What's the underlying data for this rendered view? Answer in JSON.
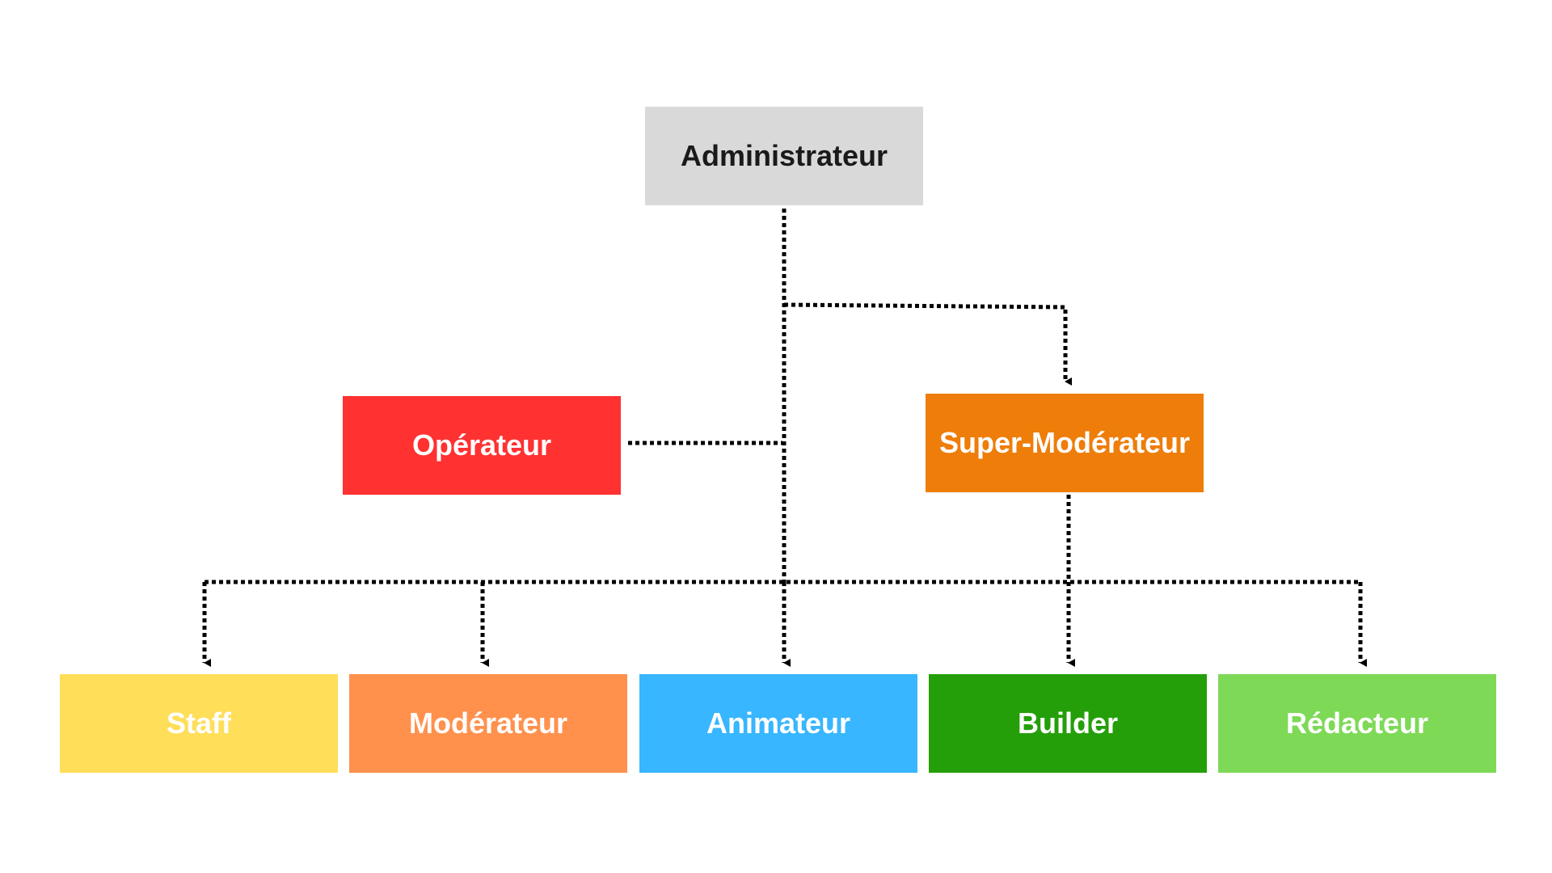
{
  "diagram": {
    "nodes": {
      "admin": {
        "label": "Administrateur",
        "color": "#d9d9d9",
        "text_color": "#1a1a1a"
      },
      "operator": {
        "label": "Opérateur",
        "color": "#ff3131",
        "text_color": "#ffffff"
      },
      "super": {
        "label": "Super-Modérateur",
        "color": "#ee7d0a",
        "text_color": "#ffffff"
      },
      "staff": {
        "label": "Staff",
        "color": "#ffde59",
        "text_color": "#ffffff"
      },
      "moderator": {
        "label": "Modérateur",
        "color": "#ff914d",
        "text_color": "#ffffff"
      },
      "animator": {
        "label": "Animateur",
        "color": "#38b6ff",
        "text_color": "#ffffff"
      },
      "builder": {
        "label": "Builder",
        "color": "#249f0a",
        "text_color": "#ffffff"
      },
      "redacteur": {
        "label": "Rédacteur",
        "color": "#7ed957",
        "text_color": "#ffffff"
      }
    },
    "edges": [
      {
        "from": "admin",
        "to": "super",
        "style": "dotted-arrow"
      },
      {
        "from": "admin",
        "to": "operator",
        "style": "dotted"
      },
      {
        "from": "admin",
        "to": "staff",
        "style": "dotted-arrow"
      },
      {
        "from": "admin",
        "to": "moderator",
        "style": "dotted-arrow"
      },
      {
        "from": "admin",
        "to": "animator",
        "style": "dotted-arrow"
      },
      {
        "from": "super",
        "to": "builder",
        "style": "dotted-arrow"
      },
      {
        "from": "admin",
        "to": "redacteur",
        "style": "dotted-arrow"
      }
    ],
    "connector_color": "#000000"
  }
}
